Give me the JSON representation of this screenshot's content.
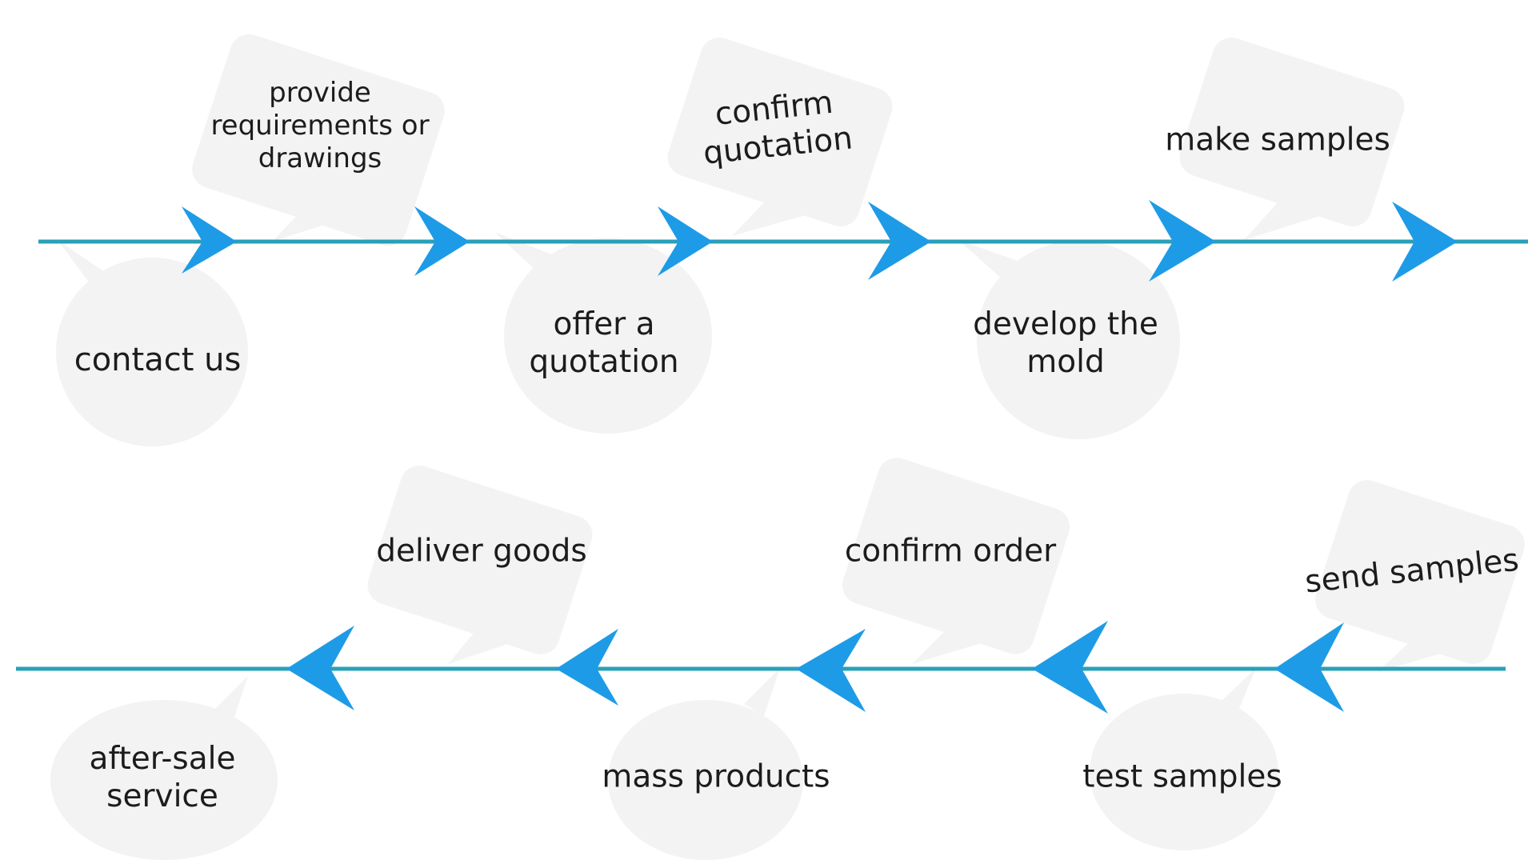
{
  "colors": {
    "line": "#2aa0b8",
    "arrow": "#1e9be6",
    "bubble": "#f2f3f2",
    "text": "#1c1c1c"
  },
  "steps": {
    "contact_us": "contact us",
    "provide_requirements": "provide\nrequirements or\ndrawings",
    "offer_quotation": "offer a\nquotation",
    "confirm_quotation": "confirm\nquotation",
    "develop_mold": "develop the\nmold",
    "make_samples": "make samples",
    "send_samples": "send samples",
    "test_samples": "test samples",
    "confirm_order": "confirm order",
    "mass_products": "mass products",
    "deliver_goods": "deliver goods",
    "after_sale_service": "after-sale\nservice"
  }
}
